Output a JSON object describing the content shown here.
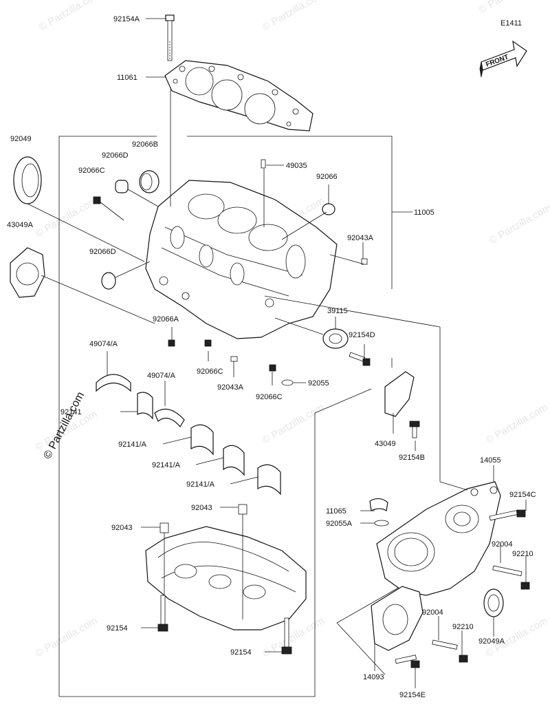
{
  "diagram_code": "E1411",
  "front_label": "FRONT",
  "watermark": "© Partzilla.com",
  "parts": [
    {
      "id": "p1",
      "text": "92154A"
    },
    {
      "id": "p2",
      "text": "11061"
    },
    {
      "id": "p3",
      "text": "92049"
    },
    {
      "id": "p4",
      "text": "92066B"
    },
    {
      "id": "p5",
      "text": "92066D"
    },
    {
      "id": "p6",
      "text": "92066C"
    },
    {
      "id": "p7",
      "text": "43049A"
    },
    {
      "id": "p8",
      "text": "92066D"
    },
    {
      "id": "p9",
      "text": "49035"
    },
    {
      "id": "p10",
      "text": "92066"
    },
    {
      "id": "p11",
      "text": "11005"
    },
    {
      "id": "p12",
      "text": "92043A"
    },
    {
      "id": "p13",
      "text": "39115"
    },
    {
      "id": "p14",
      "text": "92154D"
    },
    {
      "id": "p15",
      "text": "92066A"
    },
    {
      "id": "p16",
      "text": "92066C"
    },
    {
      "id": "p17",
      "text": "92043A"
    },
    {
      "id": "p18",
      "text": "92066C"
    },
    {
      "id": "p19",
      "text": "92055"
    },
    {
      "id": "p20",
      "text": "49074/A"
    },
    {
      "id": "p21",
      "text": "49074/A"
    },
    {
      "id": "p22",
      "text": "92141"
    },
    {
      "id": "p23",
      "text": "92141/A"
    },
    {
      "id": "p24",
      "text": "92141/A"
    },
    {
      "id": "p25",
      "text": "92141/A"
    },
    {
      "id": "p26",
      "text": "43049"
    },
    {
      "id": "p27",
      "text": "92154B"
    },
    {
      "id": "p28",
      "text": "14055"
    },
    {
      "id": "p29",
      "text": "92154C"
    },
    {
      "id": "p30",
      "text": "11065"
    },
    {
      "id": "p31",
      "text": "92055A"
    },
    {
      "id": "p32",
      "text": "92004"
    },
    {
      "id": "p33",
      "text": "92210"
    },
    {
      "id": "p34",
      "text": "92043"
    },
    {
      "id": "p35",
      "text": "92043"
    },
    {
      "id": "p36",
      "text": "92004"
    },
    {
      "id": "p37",
      "text": "92210"
    },
    {
      "id": "p38",
      "text": "92049A"
    },
    {
      "id": "p39",
      "text": "92154"
    },
    {
      "id": "p40",
      "text": "92154"
    },
    {
      "id": "p41",
      "text": "14093"
    },
    {
      "id": "p42",
      "text": "92154E"
    }
  ]
}
